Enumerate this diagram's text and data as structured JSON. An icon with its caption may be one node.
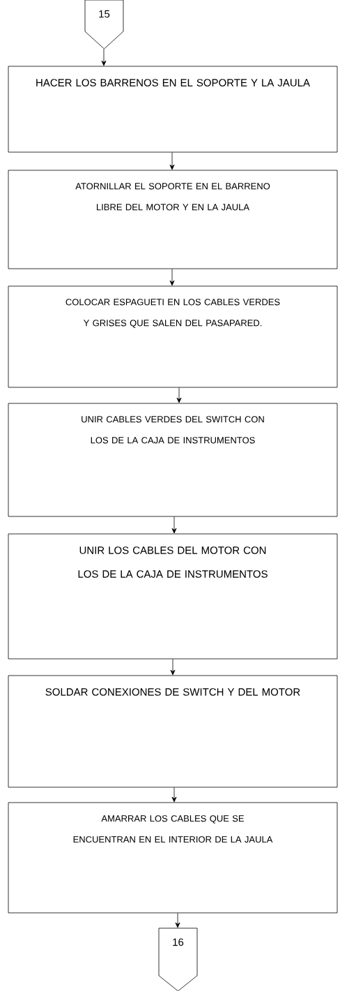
{
  "diagram": {
    "nodes": [
      {
        "text": [
          "15"
        ]
      },
      {
        "text": [
          "HACER LOS BARRENOS EN EL SOPORTE Y LA JAULA"
        ]
      },
      {
        "text": [
          "ATORNILLAR EL SOPORTE EN EL BARRENO LIBRE DEL MOTOR Y EN LA JAULA"
        ]
      },
      {
        "text": [
          "COLOCAR ESPAGUETI EN LOS CABLES VERDES Y GRISES QUE SALEN DEL PASAPARED."
        ]
      },
      {
        "text": [
          "UNIR CABLES VERDES DEL SWITCH CON LOS DE LA CAJA DE INSTRUMENTOS"
        ]
      },
      {
        "text": [
          "UNIR LOS CABLES DEL MOTOR CON LOS DE LA CAJA DE INSTRUMENTOS"
        ]
      },
      {
        "text": [
          "SOLDAR CONEXIONES DE SWITCH Y DEL MOTOR"
        ]
      },
      {
        "text": [
          "AMARRAR LOS CABLES QUE SE ENCUENTRAN EN EL INTERIOR DE LA JAULA"
        ]
      },
      {
        "text": [
          "16"
        ]
      }
    ],
    "edges": [
      {
        "from": 0,
        "to": 1,
        "arrow": "to"
      },
      {
        "from": 1,
        "to": 2,
        "arrow": "to"
      },
      {
        "from": 2,
        "to": 3,
        "arrow": "to"
      },
      {
        "from": 3,
        "to": 4,
        "arrow": "to"
      },
      {
        "from": 4,
        "to": 5,
        "arrow": "to"
      },
      {
        "from": 5,
        "to": 6,
        "arrow": "to"
      },
      {
        "from": 6,
        "to": 7,
        "arrow": "to"
      },
      {
        "from": 7,
        "to": 8,
        "arrow": "to"
      }
    ]
  }
}
